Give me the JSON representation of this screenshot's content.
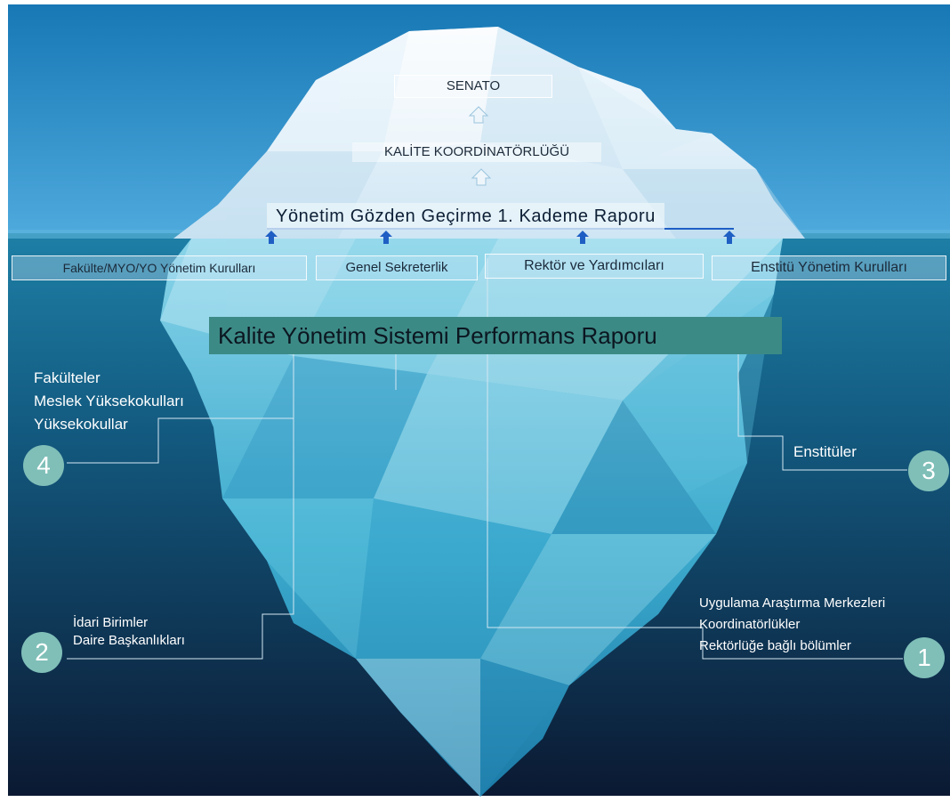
{
  "diagram": {
    "top": {
      "senato": "SENATO",
      "kalite_koordinatorlugu": "KALİTE KOORDİNATÖRLÜĞÜ",
      "yonetim_gozden_gecirme": "Yönetim Gözden Geçirme 1. Kademe Raporu"
    },
    "units": {
      "fakulte_kurullari": "Fakülte/MYO/YO Yönetim Kurulları",
      "genel_sekreterlik": "Genel Sekreterlik",
      "rektor_yardimcilari": "Rektör ve Yardımcıları",
      "enstitu_kurullari": "Enstitü Yönetim Kurulları"
    },
    "report": "Kalite Yönetim Sistemi Performans Raporu",
    "groups": {
      "g4": {
        "number": "4",
        "lines": [
          "Fakülteler",
          "Meslek Yüksekokulları",
          "Yüksekokullar"
        ]
      },
      "g3": {
        "number": "3",
        "lines": [
          "Enstitüler"
        ]
      },
      "g2": {
        "number": "2",
        "lines": [
          "İdari Birimler",
          "Daire Başkanlıkları"
        ]
      },
      "g1": {
        "number": "1",
        "lines": [
          "Uygulama Araştırma Merkezleri",
          "Koordinatörlükler",
          "Rektörlüğe bağlı bölümler"
        ]
      }
    },
    "colors": {
      "sky_top": "#1778b5",
      "sky_bottom": "#4faadd",
      "sea_top": "#1e7fa6",
      "sea_bottom": "#0b1932",
      "accent_teal": "#3c8a86",
      "number_circle": "#7fbfb8",
      "arrow_blue": "#1f5fc4"
    }
  }
}
